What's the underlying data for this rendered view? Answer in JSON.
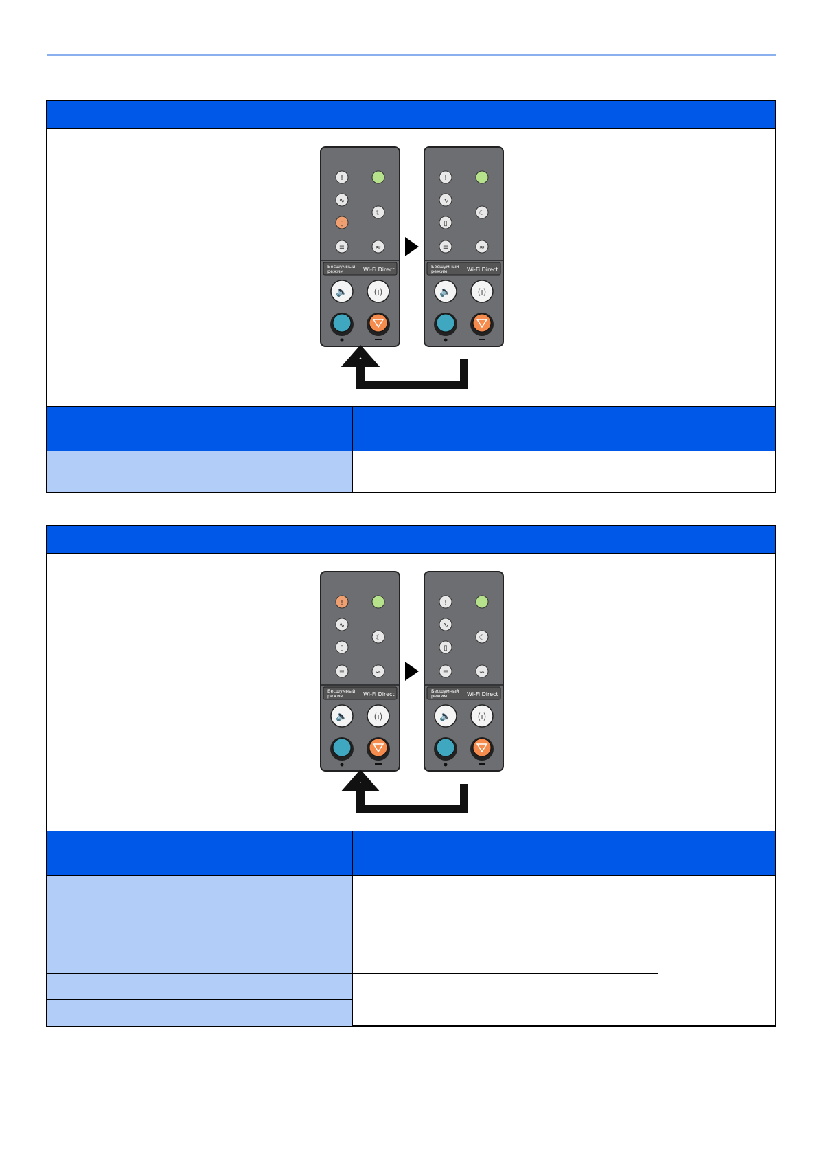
{
  "panel": {
    "silent_mode_label_line1": "Бесшумный",
    "silent_mode_label_line2": "режим",
    "wifi_direct_label": "Wi-Fi Direct"
  },
  "colors": {
    "header_blue": "#0058e8",
    "state_cell_blue": "#b2cdf8",
    "top_rule": "#8ab0f0",
    "panel_body": "#6d6e71",
    "led_green": "#b5e28a",
    "led_orange": "#f0a070",
    "stop_orange": "#f58b4c",
    "start_teal": "#3fa7c0"
  },
  "sections": [
    {
      "header": "",
      "lit_indicators_first_panel": [
        "ready-green",
        "toner-orange"
      ],
      "lit_indicators_second_panel": [
        "ready-green"
      ],
      "columns": [
        "",
        "",
        ""
      ],
      "rows": [
        [
          "",
          "",
          ""
        ]
      ]
    },
    {
      "header": "",
      "lit_indicators_first_panel": [
        "attention-orange",
        "ready-green"
      ],
      "lit_indicators_second_panel": [
        "ready-green"
      ],
      "columns": [
        "",
        "",
        ""
      ],
      "rows": [
        [
          "",
          "",
          ""
        ],
        [
          "",
          ""
        ],
        [
          "",
          ""
        ],
        [
          ""
        ]
      ]
    }
  ]
}
